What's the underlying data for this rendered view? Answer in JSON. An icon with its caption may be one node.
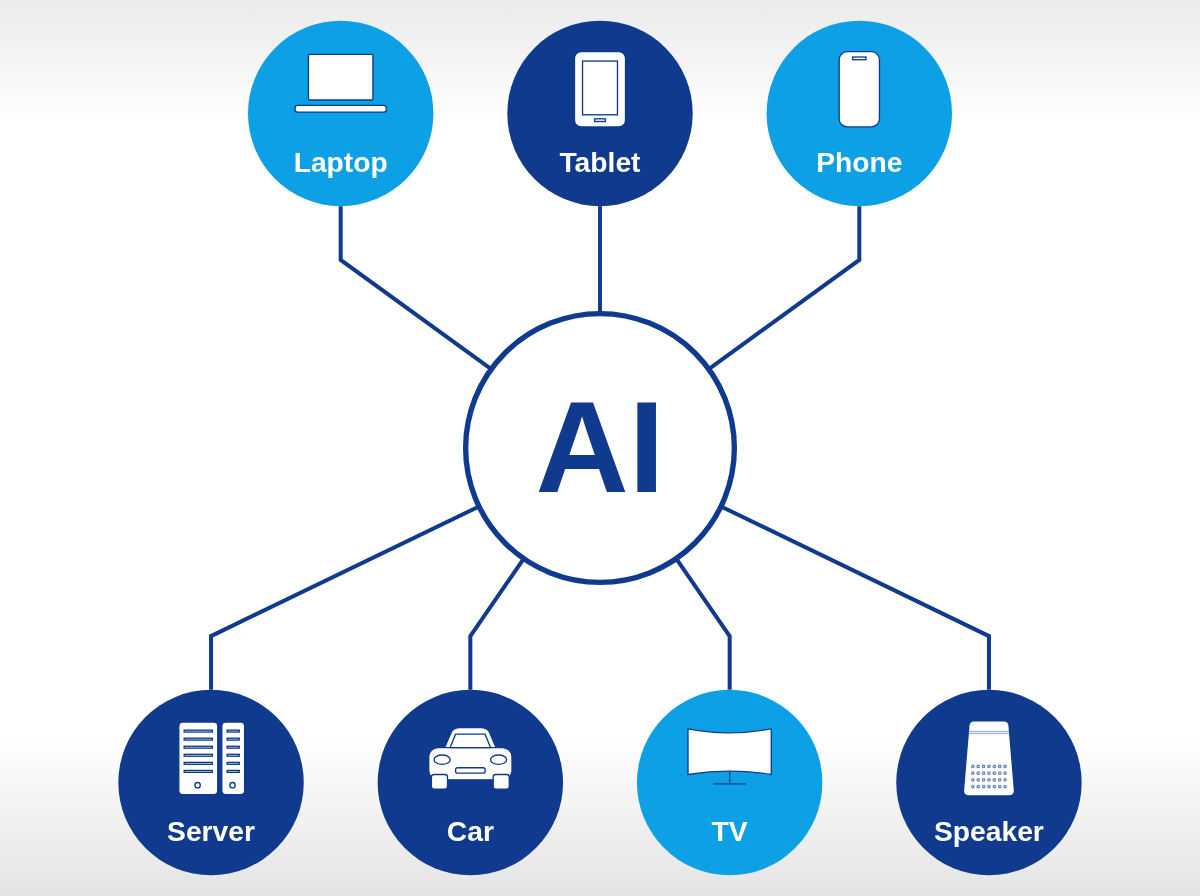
{
  "diagram": {
    "nodes": [
      {
        "text": [
          "Tablet"
        ]
      },
      {
        "text": [
          "Laptop"
        ]
      },
      {
        "text": [
          "Phone"
        ]
      },
      {
        "text": [
          "AI"
        ]
      },
      {
        "text": [
          "Server"
        ]
      },
      {
        "text": [
          "Speaker"
        ]
      },
      {
        "text": [
          "Car"
        ]
      },
      {
        "text": [
          "TV"
        ]
      }
    ],
    "edges": [
      {
        "from": 1,
        "to": 3,
        "arrow": "none"
      },
      {
        "from": 0,
        "to": 3,
        "arrow": "none"
      },
      {
        "from": 2,
        "to": 3,
        "arrow": "none"
      },
      {
        "from": 3,
        "to": 4,
        "arrow": "none"
      },
      {
        "from": 3,
        "to": 6,
        "arrow": "none"
      },
      {
        "from": 3,
        "to": 7,
        "arrow": "none"
      },
      {
        "from": 3,
        "to": 5,
        "arrow": "none"
      }
    ]
  }
}
